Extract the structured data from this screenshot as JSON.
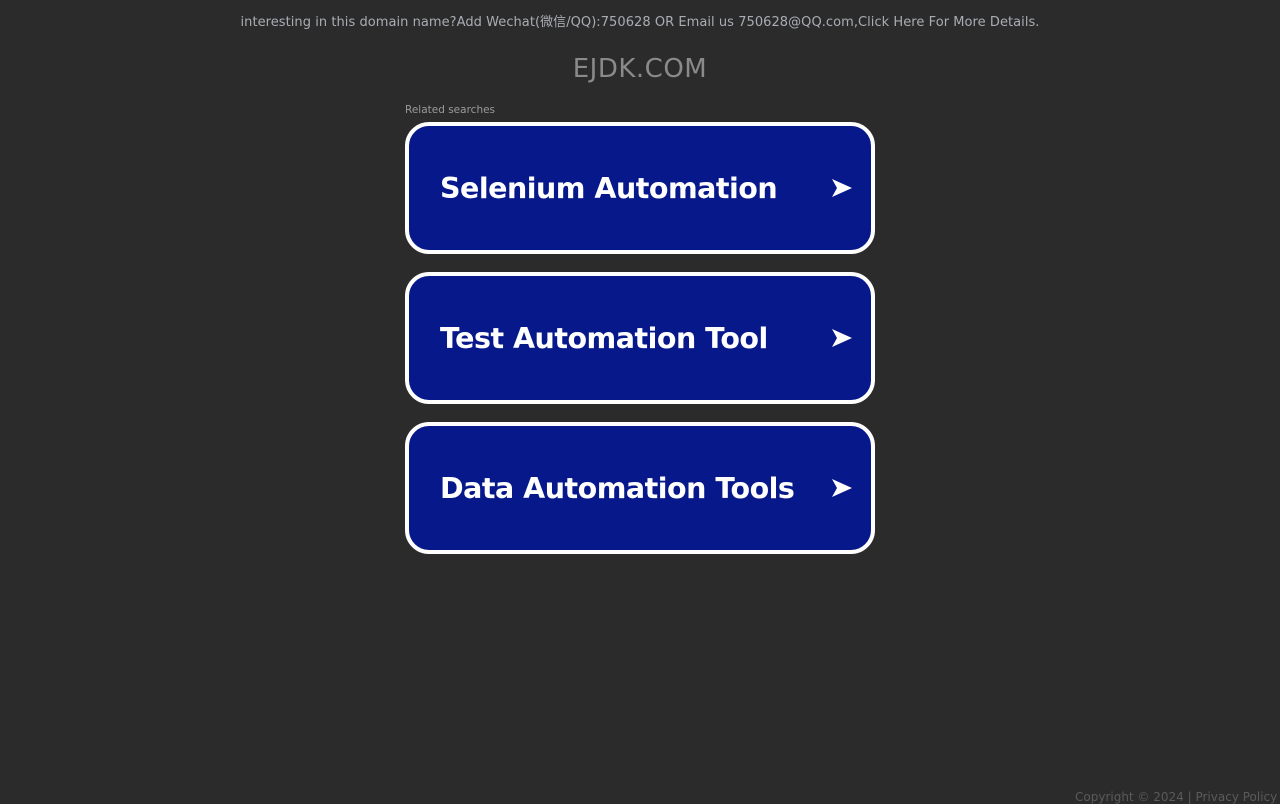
{
  "banner": {
    "text": "interesting in this domain name?Add Wechat(微信/QQ):750628 OR Email us 750628@QQ.com,Click Here For More Details."
  },
  "domain": {
    "name": "EJDK.COM"
  },
  "related": {
    "label": "Related searches",
    "items": [
      {
        "label": "Selenium Automation",
        "icon": "arrow-right-icon"
      },
      {
        "label": "Test Automation Tool",
        "icon": "arrow-right-icon"
      },
      {
        "label": "Data Automation Tools",
        "icon": "arrow-right-icon"
      }
    ]
  },
  "footer": {
    "text": "Copyright © 2024 | Privacy Policy"
  },
  "colors": {
    "background": "#2b2b2b",
    "button_fill": "#07198a",
    "button_border": "#ffffff",
    "button_text": "#ffffff"
  }
}
